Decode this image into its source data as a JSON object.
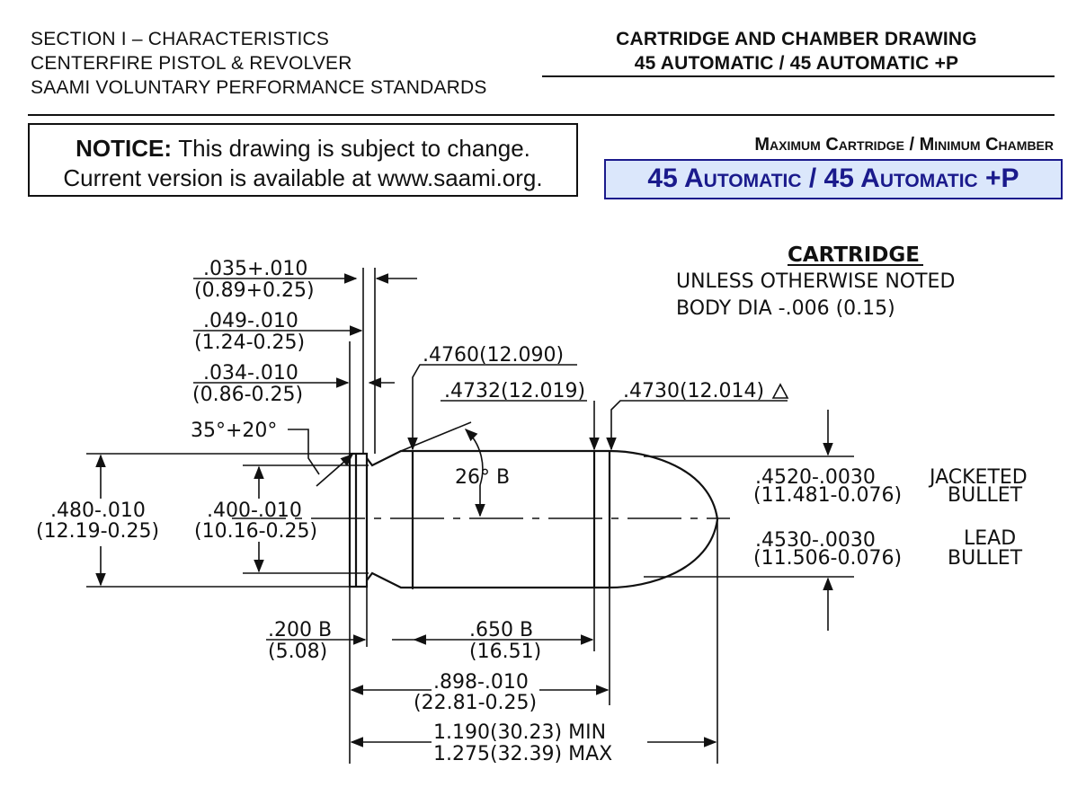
{
  "header": {
    "left_lines": [
      "SECTION I – CHARACTERISTICS",
      "CENTERFIRE PISTOL & REVOLVER",
      "SAAMI VOLUNTARY PERFORMANCE STANDARDS"
    ],
    "right_lines": [
      "CARTRIDGE AND CHAMBER DRAWING",
      "45 AUTOMATIC / 45 AUTOMATIC +P"
    ]
  },
  "notice": {
    "label": "NOTICE:",
    "line1": "This drawing is subject to change.",
    "line2": "Current version is available at www.saami.org."
  },
  "caliber": {
    "caption": "Maximum Cartridge / Minimum Chamber",
    "name": "45 Automatic / 45 Automatic +P"
  },
  "drawing": {
    "heading": "CARTRIDGE",
    "note1": "UNLESS OTHERWISE NOTED",
    "note2": "BODY DIA -.006 (0.15)",
    "dims": {
      "rim_thick": [
        ".035+.010",
        "(0.89+0.25)"
      ],
      "groove_width": [
        ".049-.010",
        "(1.24-0.25)"
      ],
      "bevel_width": [
        ".034-.010",
        "(0.86-0.25)"
      ],
      "rim_angle": "35°+20°",
      "base_dia": [
        ".4760(12.090)"
      ],
      "body_dia": [
        ".4732(12.019)"
      ],
      "mouth_dia": [
        ".4730(12.014)"
      ],
      "body_angle": "26° B",
      "rim_dia": [
        ".480-.010",
        "(12.19-0.25)"
      ],
      "groove_dia": [
        ".400-.010",
        "(10.16-0.25)"
      ],
      "jacketed_dia": [
        ".4520-.0030",
        "(11.481-0.076)"
      ],
      "jacketed_label": [
        "JACKETED",
        "BULLET"
      ],
      "lead_dia": [
        ".4530-.0030",
        "(11.506-0.076)"
      ],
      "lead_label": [
        "LEAD",
        "BULLET"
      ],
      "groove_to_body": [
        ".200 B",
        "(5.08)"
      ],
      "body_length": [
        ".650 B",
        "(16.51)"
      ],
      "case_length": [
        ".898-.010",
        "(22.81-0.25)"
      ],
      "oal_min": "1.190(30.23) MIN",
      "oal_max": "1.275(32.39) MAX"
    }
  }
}
